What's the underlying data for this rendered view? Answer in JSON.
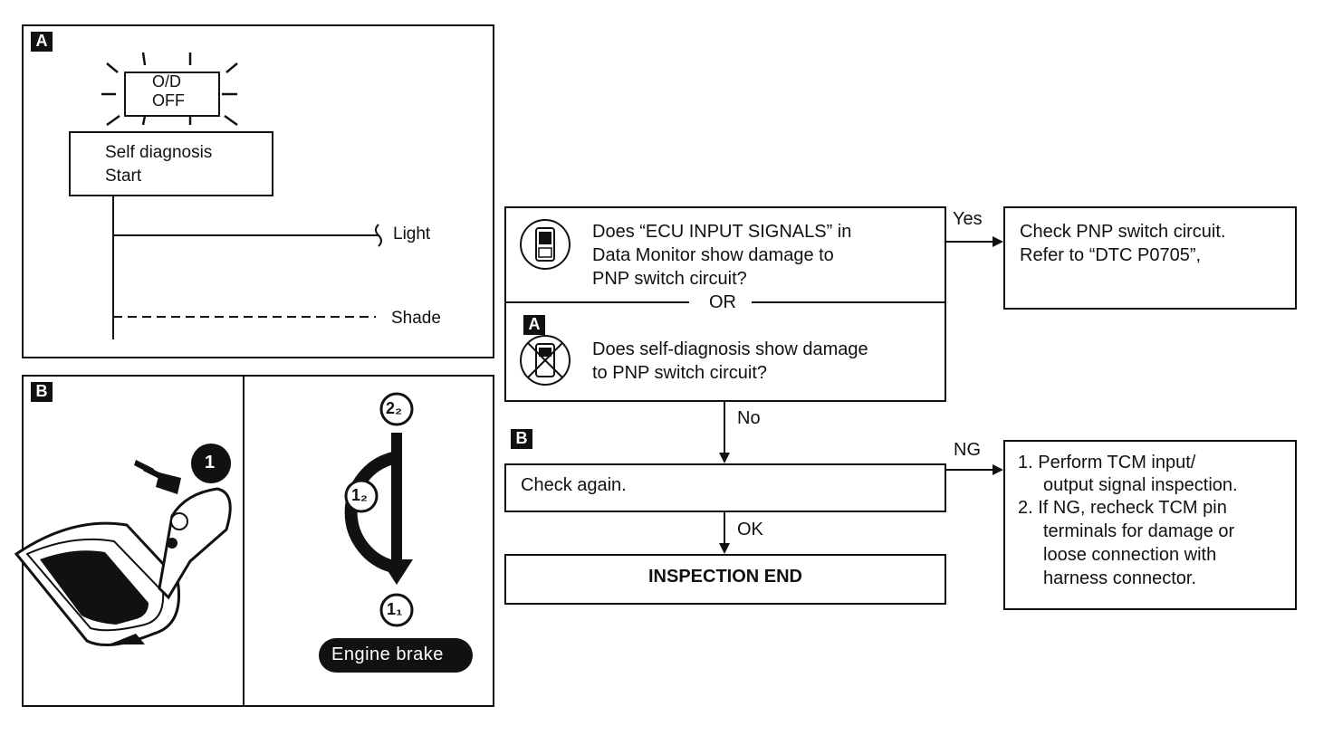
{
  "panel_a": {
    "tag": "A",
    "lamp_line1": "O/D",
    "lamp_line2": "OFF",
    "self_diag_line1": "Self diagnosis",
    "self_diag_line2": "Start",
    "light_label": "Light",
    "shade_label": "Shade"
  },
  "panel_b": {
    "tag": "B",
    "step1": "1",
    "pos_2_2": "2₂",
    "pos_1_2": "1₂",
    "pos_1_1": "1₁",
    "engine_brake": "Engine brake"
  },
  "flow": {
    "q1_line1": "Does “ECU INPUT SIGNALS” in",
    "q1_line2": "Data Monitor show damage to",
    "q1_line3": "PNP switch circuit?",
    "or_label": "OR",
    "tag_a": "A",
    "q2_line1": "Does self-diagnosis show damage",
    "q2_line2": "to PNP switch circuit?",
    "yes_label": "Yes",
    "yes_line1": "Check PNP switch circuit.",
    "yes_line2": "Refer to “DTC P0705”,",
    "no_label": "No",
    "tag_b": "B",
    "check_again": "Check again.",
    "ng_label": "NG",
    "ng_item1_line1": "1. Perform TCM input/",
    "ng_item1_line2": "output signal inspection.",
    "ng_item2_line1": "2. If NG, recheck TCM pin",
    "ng_item2_line2": "terminals for damage or",
    "ng_item2_line3": "loose connection with",
    "ng_item2_line4": "harness connector.",
    "ok_label": "OK",
    "end_label": "INSPECTION END"
  }
}
